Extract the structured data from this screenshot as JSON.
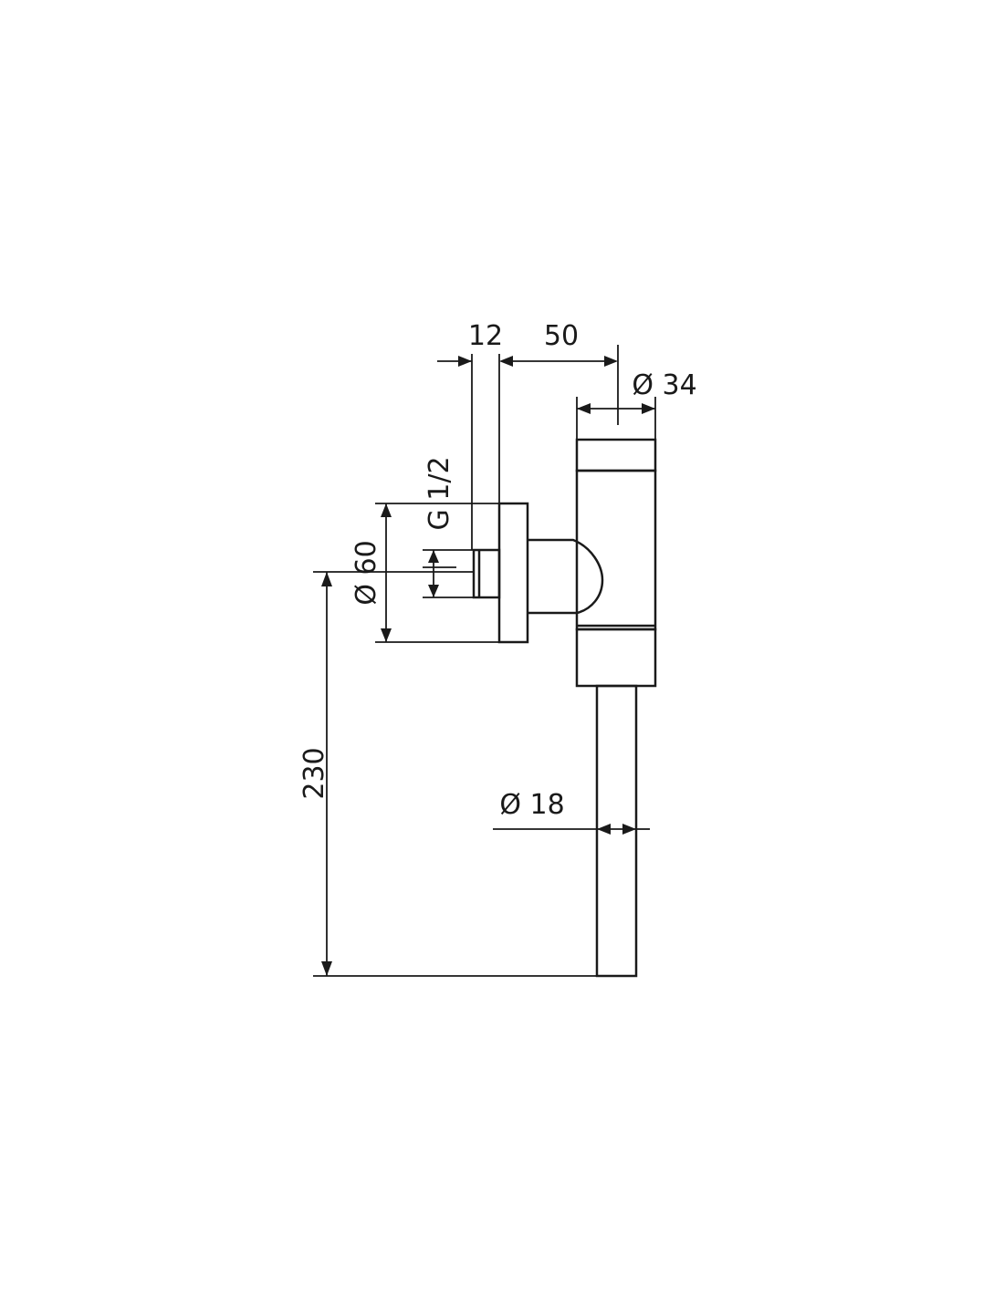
{
  "dimensions": {
    "flange_thickness": "12",
    "outlet_offset": "50",
    "body_diameter": "Ø 34",
    "thread": "G 1/2",
    "flange_diameter": "Ø 60",
    "height": "230",
    "pipe_diameter": "Ø 18"
  },
  "colors": {
    "line": "#1a1a1a",
    "background": "#ffffff"
  }
}
